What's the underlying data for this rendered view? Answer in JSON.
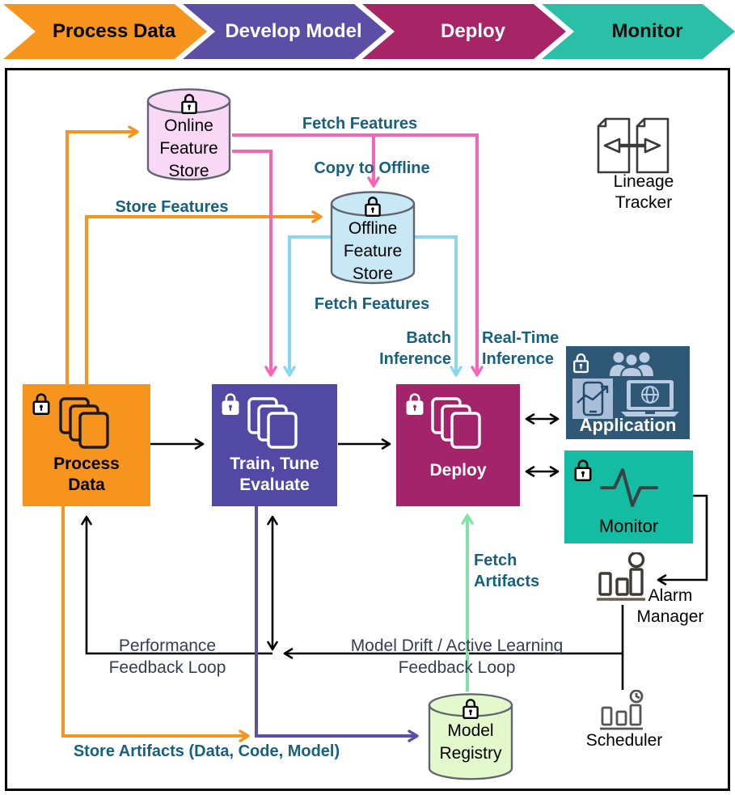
{
  "banner": {
    "steps": [
      {
        "label": "Process Data",
        "bg": "#F7941D",
        "text_color": "#000000"
      },
      {
        "label": "Develop Model",
        "bg": "#5A4FA5",
        "text_color": "#FFFFFF"
      },
      {
        "label": "Deploy",
        "bg": "#A72566",
        "text_color": "#FFFFFF"
      },
      {
        "label": "Monitor",
        "bg": "#2BBFA8",
        "text_color": "#111111"
      }
    ]
  },
  "nodes": {
    "online_feature_store": {
      "label": "Online Feature Store",
      "fill": "#F9D8F5"
    },
    "offline_feature_store": {
      "label": "Offline Feature Store",
      "fill": "#C8E8F5"
    },
    "model_registry": {
      "label": "Model Registry",
      "fill": "#E4F9CB"
    },
    "process_data": {
      "label": "Process Data",
      "bg": "#F7941D"
    },
    "train_tune_evaluate": {
      "label": "Train, Tune Evaluate",
      "bg": "#5149A3"
    },
    "deploy": {
      "label": "Deploy",
      "bg": "#A3246B"
    },
    "application": {
      "label": "Application",
      "bg": "#2E5876"
    },
    "monitor": {
      "label": "Monitor",
      "bg": "#14BCA4"
    },
    "lineage_tracker": {
      "label": "Lineage Tracker"
    },
    "alarm_manager": {
      "label": "Alarm Manager"
    },
    "scheduler": {
      "label": "Scheduler"
    }
  },
  "edge_labels": {
    "fetch_features_online": "Fetch Features",
    "copy_to_offline": "Copy to Offline",
    "store_features": "Store Features",
    "fetch_features_offline": "Fetch Features",
    "batch_inference": "Batch Inference",
    "real_time_inference": "Real-Time Inference",
    "fetch_artifacts": "Fetch Artifacts",
    "performance_loop": "Performance Feedback Loop",
    "model_drift_loop": "Model Drift / Active Learning Feedback Loop",
    "store_artifacts": "Store Artifacts (Data, Code, Model)"
  },
  "colors": {
    "orange": "#F7941D",
    "pink": "#F763B5",
    "cyan": "#8AD8F0",
    "green": "#82E3AA",
    "purple_line": "#5A50A8",
    "black": "#000000",
    "edge_label_teal": "#17607F",
    "feedback_label_slate": "#333F50",
    "cylinder_stroke": "#5F6672"
  },
  "icons": [
    "lock-icon",
    "stacked-documents-icon",
    "lineage-tracker-icon",
    "users-icon",
    "mobile-chart-icon",
    "laptop-globe-icon",
    "pulse-icon",
    "alarm-manager-icon",
    "scheduler-icon",
    "database-icon",
    "arrow-icons"
  ]
}
